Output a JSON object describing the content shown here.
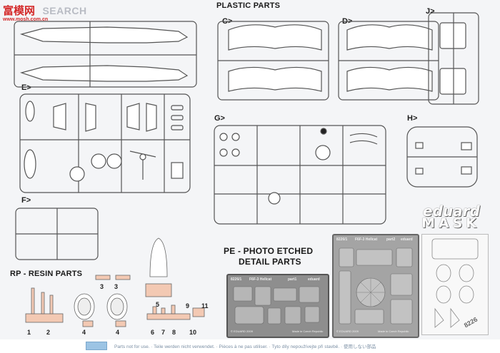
{
  "watermark": {
    "brand_cn": "富模网",
    "brand_en": "SEARCH",
    "url": "www.mosh.com.cn"
  },
  "headings": {
    "plastic_parts": "PLASTIC PARTS",
    "pe_parts_line1": "PE - PHOTO ETCHED",
    "pe_parts_line2": "DETAIL PARTS",
    "resin_parts": "RP - RESIN PARTS"
  },
  "sprues": {
    "c": "C>",
    "d": "D>",
    "j": "J>",
    "e": "E>",
    "g": "G>",
    "h": "H>",
    "f": "F>"
  },
  "resin_numbers": {
    "n1": "1",
    "n2": "2",
    "n3a": "3",
    "n3b": "3",
    "n4a": "4",
    "n4b": "4",
    "n5": "5",
    "n6": "6",
    "n7": "7",
    "n8": "8",
    "n9": "9",
    "n10": "10",
    "n11": "11"
  },
  "pe_fret_1": {
    "code": "8226/1",
    "name": "F6F-3 Hellcat",
    "part": "part1",
    "brand": "eduard",
    "copyright": "© EDUARD 2009",
    "origin": "Made in Czech Republic"
  },
  "pe_fret_2": {
    "code": "8226/1",
    "name": "F6F-3 Hellcat",
    "part": "part2",
    "brand": "eduard",
    "copyright": "© EDUARD 2009",
    "origin": "Made in Czech Republic"
  },
  "mask": {
    "logo_top": "eduard",
    "logo_bottom": "MASK",
    "code": "8226"
  },
  "footer": {
    "note": "Parts not for use. · Teile werden nicht verwendet. · Pièces à ne pas utiliser. · Tyto díly nepoužívejte při stavbě. · 使用しない部品"
  },
  "colors": {
    "sprue_line": "#555555",
    "watermark_red": "#d42a2a",
    "resin_pink": "#f3c9b3",
    "pe_metal": "#8e8e8e"
  }
}
